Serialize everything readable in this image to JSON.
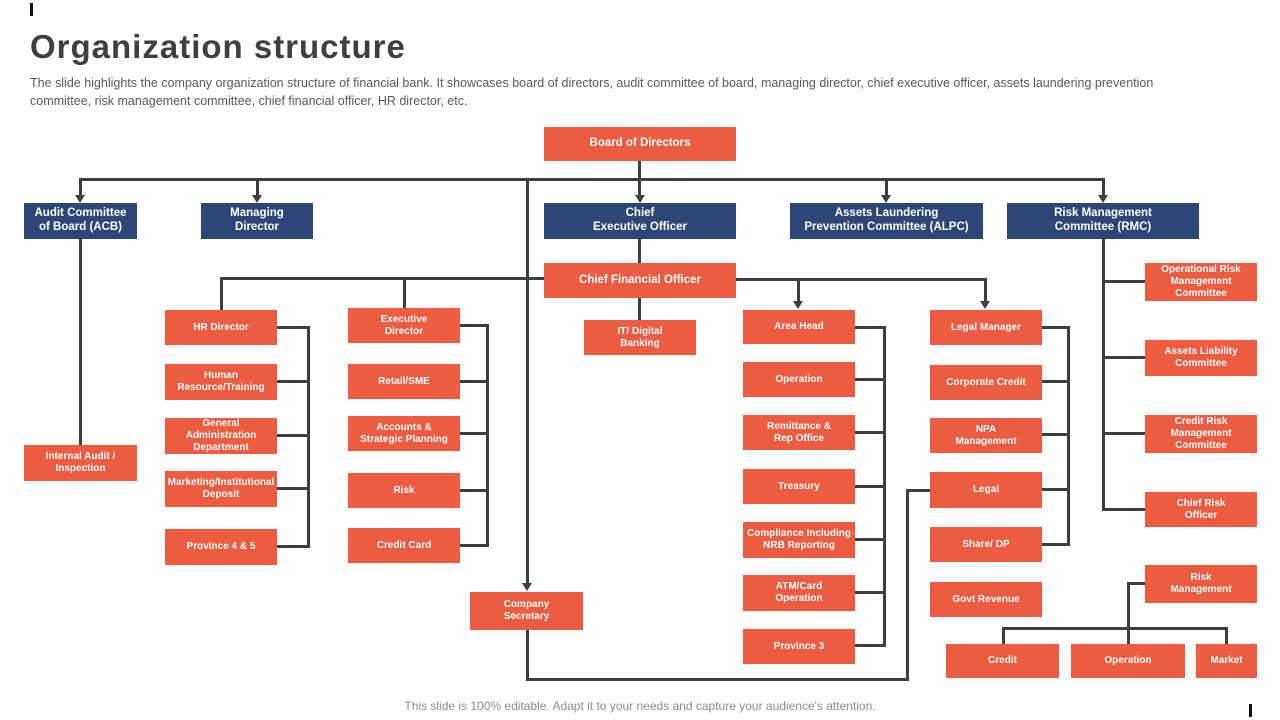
{
  "slide": {
    "title": "Organization structure",
    "description": "The slide highlights the company organization structure of financial bank. It showcases board of directors, audit committee of board, managing director, chief executive officer, assets laundering prevention committee, risk management committee, chief financial officer, HR director, etc.",
    "footer": "This slide is 100% editable. Adapt it to your needs and capture your audience's attention."
  },
  "colors": {
    "accent_orange": "#ed5b40",
    "accent_navy": "#2e4677",
    "connector_gray": "#3e3e3e",
    "title_gray": "#3f3f3f"
  },
  "nodes": {
    "board": {
      "label": "Board of Directors"
    },
    "acb": {
      "label": "Audit Committee\nof Board (ACB)"
    },
    "managing_director": {
      "label": "Managing\nDirector"
    },
    "ceo": {
      "label": "Chief\nExecutive Officer"
    },
    "alpc": {
      "label": "Assets Laundering\nPrevention Committee (ALPC)"
    },
    "rmc": {
      "label": "Risk Management\nCommittee (RMC)"
    },
    "cfo": {
      "label": "Chief Financial Officer"
    },
    "internal_audit": {
      "label": "Internal Audit /\nInspection"
    },
    "hr_director": {
      "label": "HR Director"
    },
    "human_resource": {
      "label": "Human\nResource/Training"
    },
    "general_admin": {
      "label": "General Administration\nDepartment"
    },
    "marketing": {
      "label": "Marketing/Institutional\nDeposit"
    },
    "province_4_5": {
      "label": "Province 4 & 5"
    },
    "executive_director": {
      "label": "Executive\nDirector"
    },
    "retail_sme": {
      "label": "Retail/SME"
    },
    "accounts_planning": {
      "label": "Accounts &\nStrategic Planning"
    },
    "risk": {
      "label": "Risk"
    },
    "credit_card": {
      "label": "Credit Card"
    },
    "it_digital": {
      "label": "IT/ Digital\nBanking"
    },
    "company_secretary": {
      "label": "Company\nSecretary"
    },
    "area_head": {
      "label": "Area Head"
    },
    "operation": {
      "label": "Operation"
    },
    "remittance": {
      "label": "Remittance &\nRep Office"
    },
    "treasury": {
      "label": "Treasury"
    },
    "compliance": {
      "label": "Compliance Including\nNRB Reporting"
    },
    "atm_card": {
      "label": "ATM/Card\nOperation"
    },
    "province_3": {
      "label": "Province 3"
    },
    "legal_manager": {
      "label": "Legal Manager"
    },
    "corporate_credit": {
      "label": "Corporate Credit"
    },
    "npa_management": {
      "label": "NPA\nManagement"
    },
    "legal": {
      "label": "Legal"
    },
    "share_dp": {
      "label": "Share/ DP"
    },
    "govt_revenue": {
      "label": "Govt Revenue"
    },
    "operational_risk": {
      "label": "Operational Risk\nManagement\nCommittee"
    },
    "assets_liability": {
      "label": "Assets Liability\nCommittee"
    },
    "credit_risk": {
      "label": "Credit Risk\nManagement\nCommittee"
    },
    "chief_risk_officer": {
      "label": "Chief Risk\nOfficer"
    },
    "risk_management": {
      "label": "Risk\nManagement"
    },
    "credit": {
      "label": "Credit"
    },
    "operation_bottom": {
      "label": "Operation"
    },
    "market": {
      "label": "Market"
    }
  }
}
